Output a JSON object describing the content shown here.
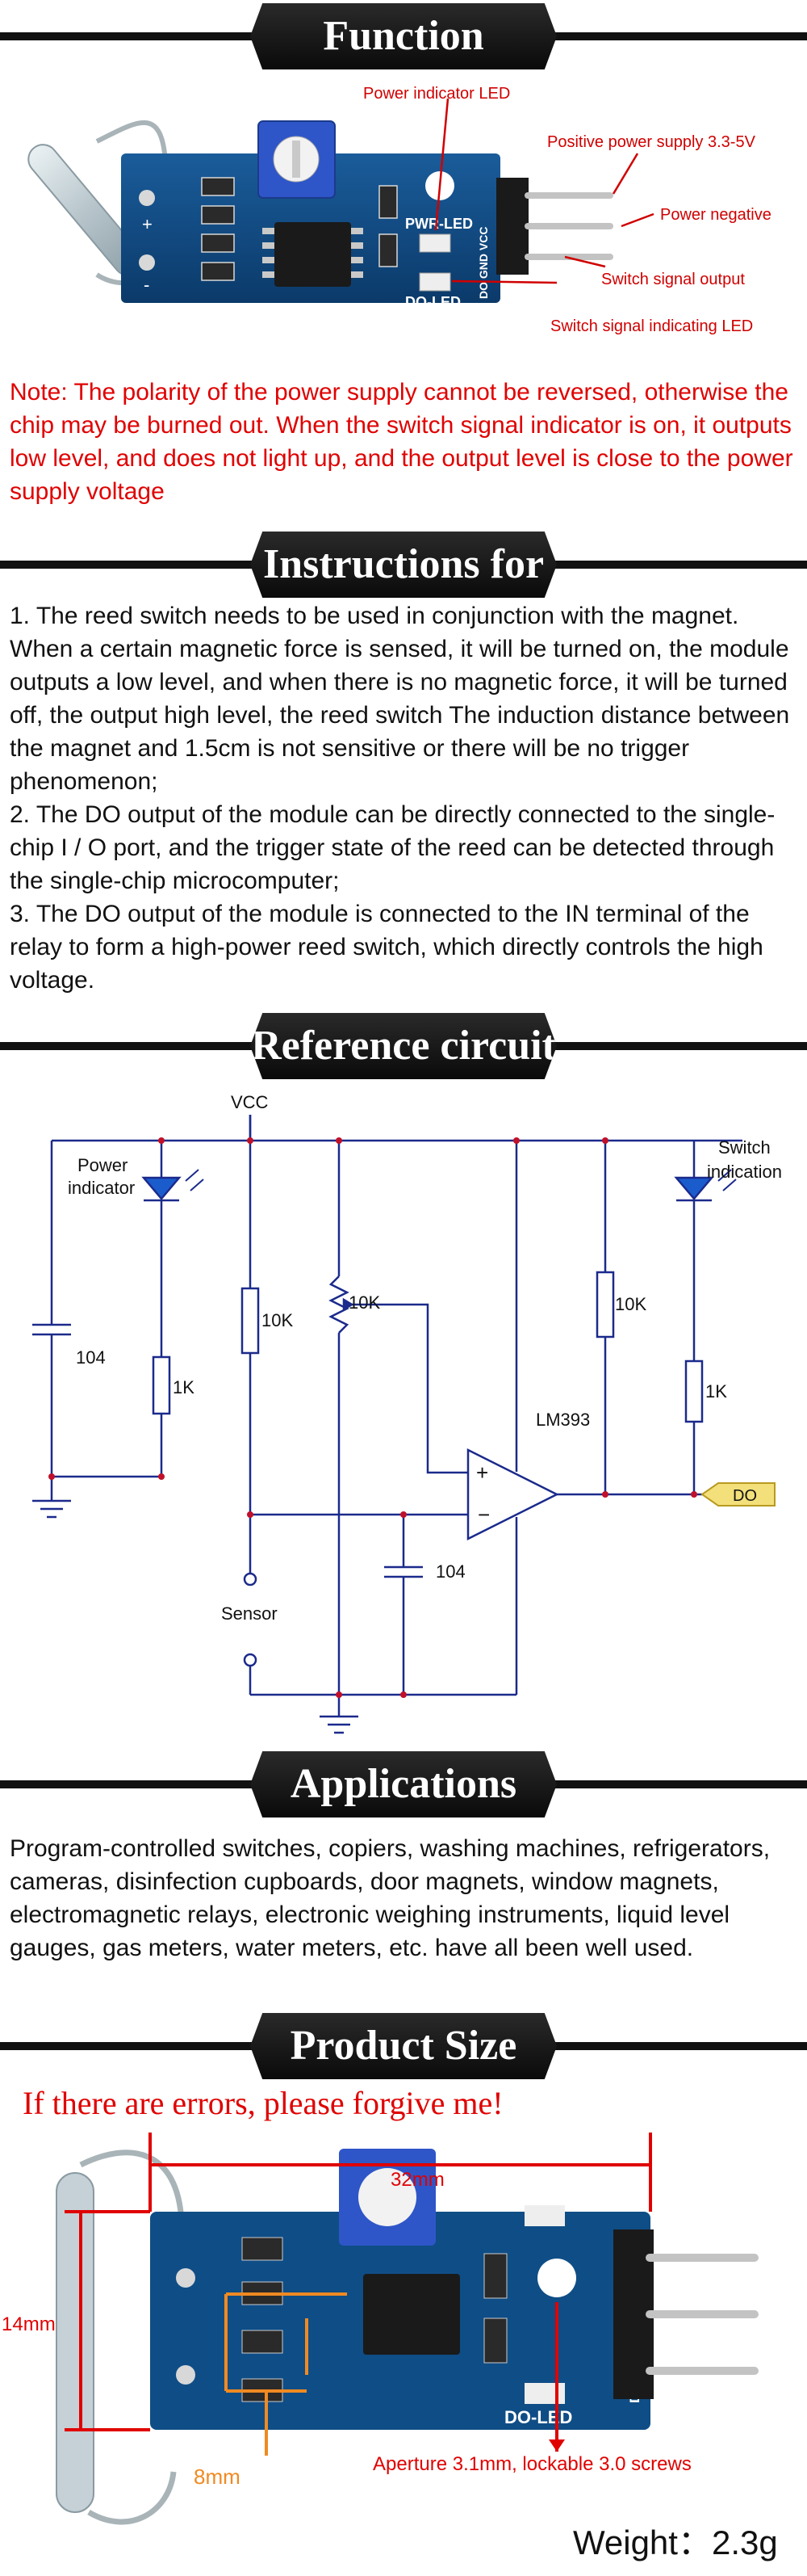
{
  "sections": {
    "function": {
      "title": "Function Description",
      "callouts": {
        "power_led": "Power indicator LED",
        "vcc": "Positive power supply 3.3-5V",
        "gnd": "Power negative",
        "signal": "Switch signal output",
        "signal_led": "Switch signal indicating LED"
      },
      "board_labels": {
        "pwr_led": "PWR-LED",
        "do_led": "DO-LED",
        "pins": "DO GND VCC",
        "plus": "+",
        "minus": "-"
      },
      "note": "Note: The polarity of the power supply cannot be reversed, otherwise the chip may be burned out. When the switch signal indicator is on, it outputs low level, and does not light up, and the output level is close to the power supply voltage"
    },
    "instructions": {
      "title": "Instructions for use",
      "items": [
        "1. The reed switch needs to be used in conjunction with the magnet. When a certain magnetic force is sensed, it will be turned on, the module outputs a low level, and when there is no magnetic force, it will be turned off, the output high level, the reed switch The induction distance between the magnet and 1.5cm is not sensitive or there will be no trigger phenomenon;",
        "2. The DO output of the module can be directly connected to the single-chip I / O port, and the trigger state of the reed can be detected through the single-chip microcomputer;",
        "3. The DO output of the module is connected to the IN terminal of the relay to form a high-power reed switch, which directly controls the high voltage."
      ]
    },
    "circuit": {
      "title": "Reference circuit",
      "labels": {
        "vcc": "VCC",
        "power": "Power",
        "indicator": "indicator",
        "switch": "Switch",
        "indication": "indication",
        "r1": "10K",
        "r2": "10K",
        "r3": "10K",
        "r4": "1K",
        "r5": "1K",
        "c1": "104",
        "c2": "104",
        "ic": "LM393",
        "out": "DO",
        "sensor": "Sensor",
        "plus": "+",
        "minus": "−"
      }
    },
    "applications": {
      "title": "Applications",
      "text": "Program-controlled switches, copiers, washing machines, refrigerators, cameras, disinfection cupboards, door magnets, window magnets, electromagnetic relays, electronic weighing instruments, liquid level gauges, gas meters, water meters, etc. have all been well used."
    },
    "size": {
      "title": "Product Size",
      "apology": "If there are errors, please forgive me!",
      "dim_length": "32mm",
      "dim_height": "14mm",
      "dim_offset": "8mm",
      "aperture": "Aperture 3.1mm, lockable 3.0 screws",
      "weight": "Weight：2.3g"
    }
  },
  "colors": {
    "board": "#0f4d86",
    "red": "#e00000",
    "wire": "#1b2a8c",
    "pot": "#2f56c8"
  }
}
